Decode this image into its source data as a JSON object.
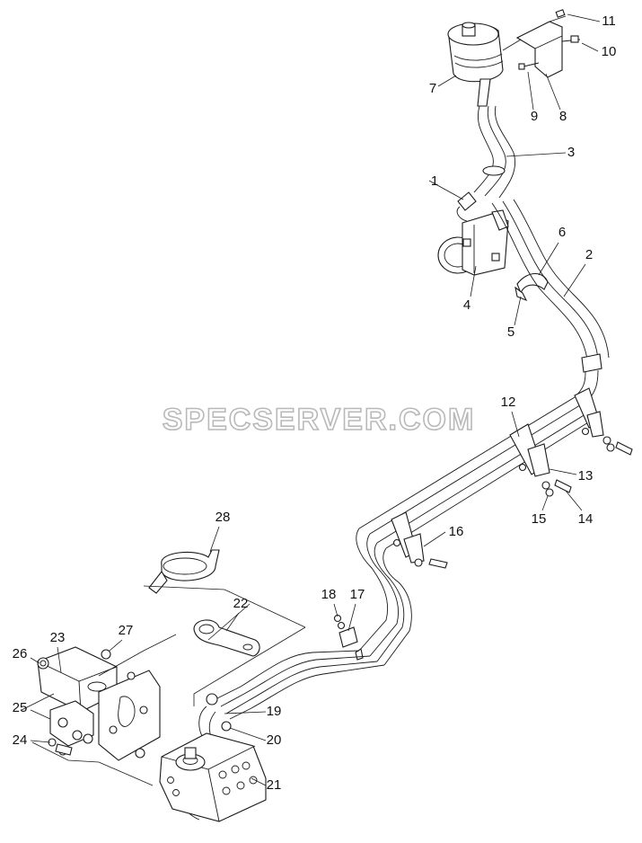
{
  "watermark": "SPECSERVER.COM",
  "callouts": [
    "1",
    "2",
    "3",
    "4",
    "5",
    "6",
    "7",
    "8",
    "9",
    "10",
    "11",
    "12",
    "13",
    "14",
    "15",
    "16",
    "17",
    "18",
    "19",
    "20",
    "21",
    "22",
    "23",
    "24",
    "25",
    "26",
    "27",
    "28"
  ],
  "colors": {
    "line": "#1a1a1a",
    "watermark": "#b9b9b9",
    "background": "#ffffff"
  }
}
